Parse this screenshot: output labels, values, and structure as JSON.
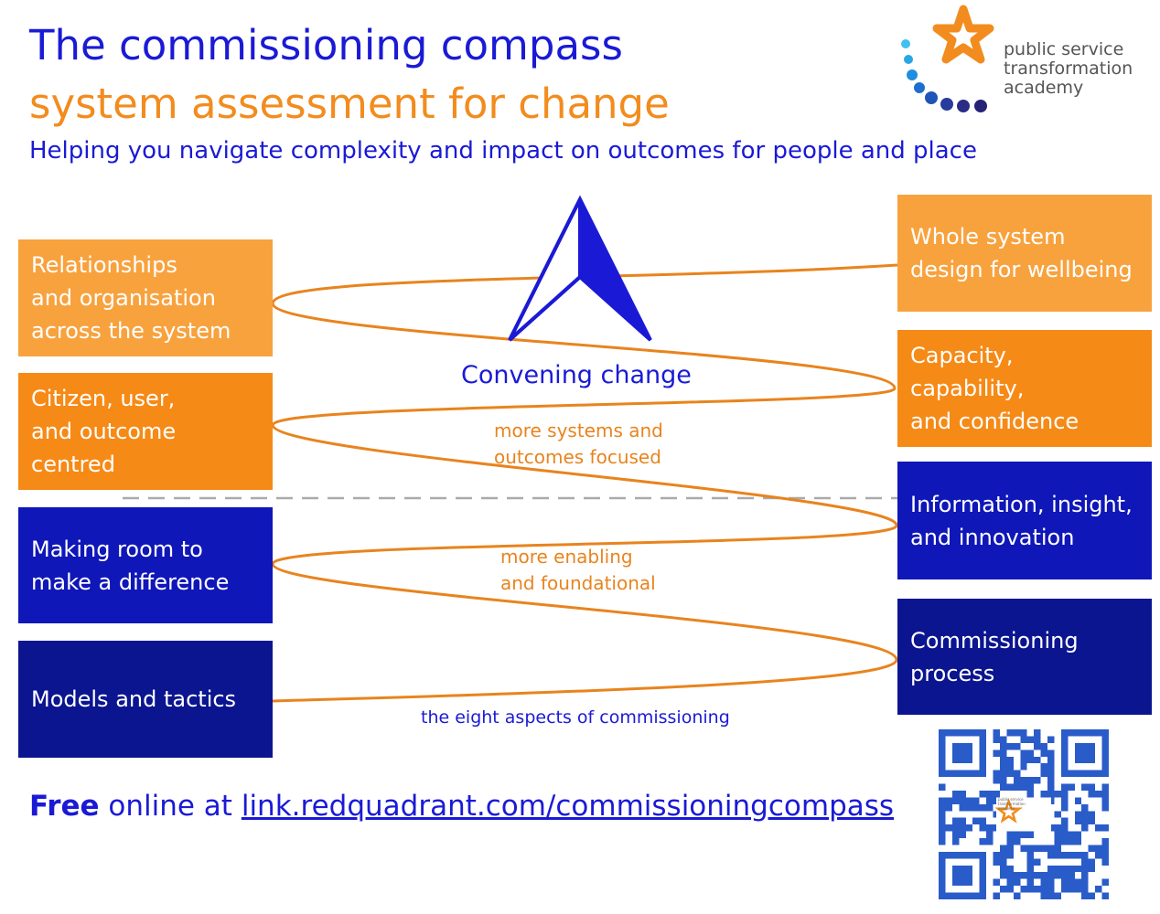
{
  "header": {
    "title": "The commissioning compass",
    "subtitle": "system assessment for change",
    "tagline": "Helping you navigate complexity and impact on outcomes for people and place"
  },
  "logo": {
    "line1": "public service",
    "line2": "transformation",
    "line3": "academy",
    "star_color": "#f28c1e"
  },
  "left_boxes": [
    {
      "lines": [
        "Relationships",
        "and organisation",
        "across the system"
      ],
      "color": "#f8a23e"
    },
    {
      "lines": [
        "Citizen, user,",
        "and outcome",
        "centred"
      ],
      "color": "#f68a16"
    },
    {
      "lines": [
        "Making room to",
        "make a difference"
      ],
      "color": "#0f17b8"
    },
    {
      "lines": [
        "Models and tactics"
      ],
      "color": "#0b1590"
    }
  ],
  "right_boxes": [
    {
      "lines": [
        "Whole system",
        "design for wellbeing"
      ],
      "color": "#f8a23e"
    },
    {
      "lines": [
        "Capacity,",
        "capability,",
        "and confidence"
      ],
      "color": "#f68a16"
    },
    {
      "lines": [
        "Information, insight,",
        "and innovation"
      ],
      "color": "#0f17b8"
    },
    {
      "lines": [
        "Commissioning",
        "process"
      ],
      "color": "#0b1590"
    }
  ],
  "center": {
    "convening": "Convening change",
    "systems_label": [
      "more systems and",
      "outcomes focused"
    ],
    "enabling_label": [
      "more enabling",
      "and foundational"
    ],
    "eight_aspects": "the eight aspects of commissioning"
  },
  "footer": {
    "free": "Free",
    "online_at": "online at",
    "link": "link.redquadrant.com/commissioningcompass"
  },
  "colors": {
    "blue_text": "#1a1ad6",
    "orange_text": "#f28c1e",
    "curve": "#e8841e",
    "arrow": "#1a1ad6"
  }
}
